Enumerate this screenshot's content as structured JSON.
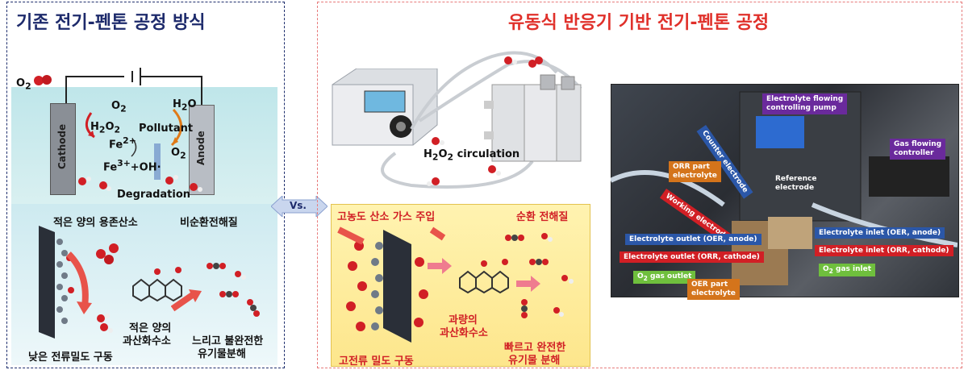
{
  "left": {
    "title": "기존 전기-펜톤 공정 방식",
    "o2_top": "O",
    "o2_top_sub": "2",
    "cathode": "Cathode",
    "anode": "Anode",
    "o2_1": "O",
    "o2_1_sub": "2",
    "h2o2": "H",
    "h2o2_sub1": "2",
    "h2o2_mid": "O",
    "h2o2_sub2": "2",
    "pollutant": "Pollutant",
    "h2o": "H",
    "h2o_sub": "2",
    "h2o_tail": "O",
    "fe2": "Fe",
    "fe2_sup": "2+",
    "fe3": "Fe",
    "fe3_sup": "3+",
    "fe3_tail": "+OH·",
    "o2_2": "O",
    "o2_2_sub": "2",
    "degradation": "Degradation",
    "low_o2": "적은 양의 용존산소",
    "non_circ": "비순환전해질",
    "low_current": "낮은 전류밀도 구동",
    "small_h2o2_1": "적은 양의",
    "small_h2o2_2": "과산화수소",
    "slow_1": "느리고 불완전한",
    "slow_2": "유기물분해"
  },
  "vs": "Vs.",
  "right": {
    "title": "유동식 반응기 기반 전기-펜톤 공정",
    "h2o2_circ": "H",
    "h2o2_circ_sub1": "2",
    "h2o2_circ_mid": "O",
    "h2o2_circ_sub2": "2",
    "h2o2_circ_tail": " circulation",
    "high_o2": "고농도 산소 가스 주입",
    "circ_elec": "순환 전해질",
    "excess_1": "과량의",
    "excess_2": "과산화수소",
    "high_current": "고전류 밀도 구동",
    "fast_1": "빠르고 완전한",
    "fast_2": "유기물 분해"
  },
  "photo": {
    "pump_1": "Electrolyte flowing",
    "pump_2": "controlling pump",
    "counter": "Counter electrode",
    "gas_1": "Gas flowing",
    "gas_2": "controller",
    "orr_1": "ORR part",
    "orr_2": "electrolyte",
    "ref_1": "Reference",
    "ref_2": "electrode",
    "working": "Working electrode",
    "out_oer": "Electrolyte outlet (OER, anode)",
    "in_oer": "Electrolyte inlet (OER, anode)",
    "out_orr": "Electrolyte outlet (ORR, cathode)",
    "in_orr": "Electrolyte inlet (ORR, cathode)",
    "o2_out": "O",
    "o2_out_sub": "2",
    "o2_out_tail": " gas outlet",
    "o2_in": "O",
    "o2_in_sub": "2",
    "o2_in_tail": " gas inlet",
    "oer_1": "OER part",
    "oer_2": "electrolyte"
  },
  "colors": {
    "left_title": "#1d2a6b",
    "right_title": "#e0302a",
    "left_border": "#1f2f6e",
    "right_border": "#e77b7b"
  }
}
